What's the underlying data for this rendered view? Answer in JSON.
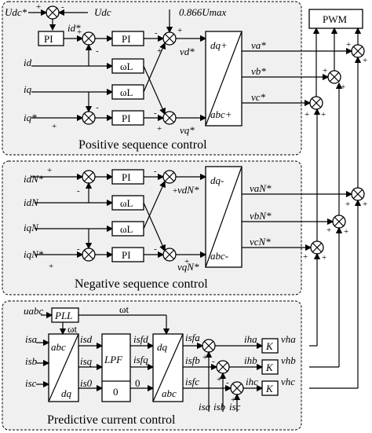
{
  "groups": {
    "positive": "Positive sequence control",
    "negative": "Negative sequence control",
    "predictive": "Predictive current control"
  },
  "blocks": {
    "pwm": "PWM",
    "pi": "PI",
    "omega_l": "ωL",
    "pll": "PLL",
    "lpf": "LPF",
    "k": "K",
    "zero": "0",
    "dq_plus": "dq+",
    "abc_plus": "abc+",
    "dq_minus": "dq-",
    "abc_minus": "abc-",
    "abc": "abc",
    "dq": "dq"
  },
  "signals": {
    "udc_star": "Udc*",
    "udc": "Udc",
    "umax": "0.866Umax",
    "id_star": "id*",
    "id": "id",
    "iq": "iq",
    "iq_star": "iq*",
    "vd_star": "vd*",
    "vq_star": "vq*",
    "va_star": "va*",
    "vb_star": "vb*",
    "vc_star": "vc*",
    "idn_star": "idN*",
    "idn": "idN",
    "iqn": "iqN",
    "iqn_star": "iqN*",
    "vdn_star": "vdN*",
    "vqn_star": "vqN*",
    "van_star": "vaN*",
    "vbn_star": "vbN*",
    "vcn_star": "vcN*",
    "uabc": "uabc",
    "wt": "ωt",
    "isa": "isa",
    "isb": "isb",
    "isc": "isc",
    "isd": "isd",
    "isq": "isq",
    "is0": "is0",
    "isfd": "isfd",
    "isfq": "isfq",
    "isfa": "isfa",
    "isfb": "isfb",
    "isfc": "isfc",
    "iha": "iha",
    "ihb": "ihb",
    "ihc": "ihc",
    "vha": "vha",
    "vhb": "vhb",
    "vhc": "vhc"
  },
  "signs": {
    "plus": "+",
    "minus": "-"
  }
}
